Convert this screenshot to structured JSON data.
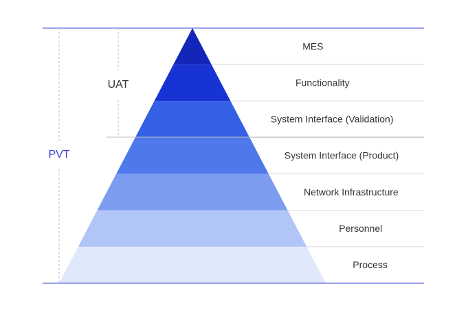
{
  "pyramid": {
    "layers": [
      {
        "label": "MES",
        "color": "#1226b8"
      },
      {
        "label": "Functionality",
        "color": "#1833d4"
      },
      {
        "label": "System Interface (Validation)",
        "color": "#3560e6"
      },
      {
        "label": "System Interface (Product)",
        "color": "#4f78ea"
      },
      {
        "label": "Network Infrastructure",
        "color": "#7c9cf0"
      },
      {
        "label": "Personnel",
        "color": "#b2c5f7"
      },
      {
        "label": "Process",
        "color": "#e0e8fc"
      }
    ]
  },
  "brackets": {
    "uat": {
      "label": "UAT",
      "color": "#333333"
    },
    "pvt": {
      "label": "PVT",
      "color": "#3a3fd6"
    }
  },
  "colors": {
    "boundary_line": "#3a45d8",
    "separator_line": "#d9d9d9",
    "uat_divider": "#bdbdbd",
    "dashed_line": "#b8b8b8"
  }
}
